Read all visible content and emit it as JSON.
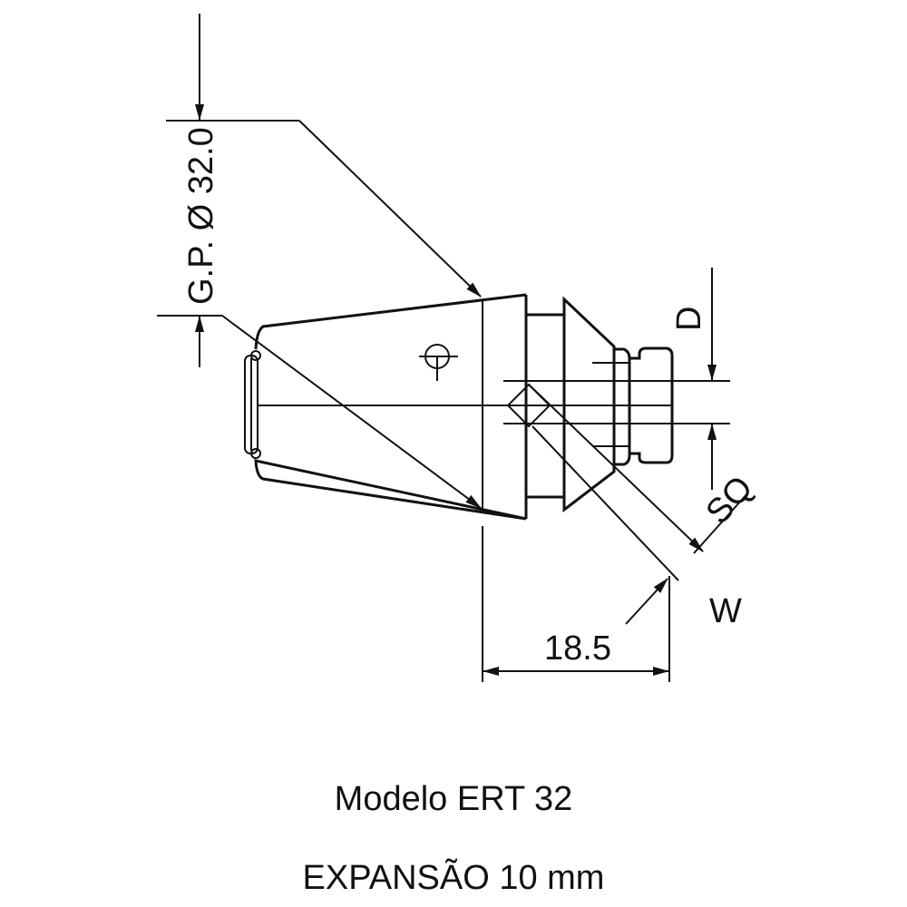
{
  "diagram": {
    "gp_label": "G.P. Ø 32.0",
    "d_label": "D",
    "sq_label": "SQ",
    "w_label": "W",
    "length_label": "18.5"
  },
  "caption": {
    "model": "Modelo ERT 32",
    "expansion": "EXPANSÃO 10 mm"
  }
}
